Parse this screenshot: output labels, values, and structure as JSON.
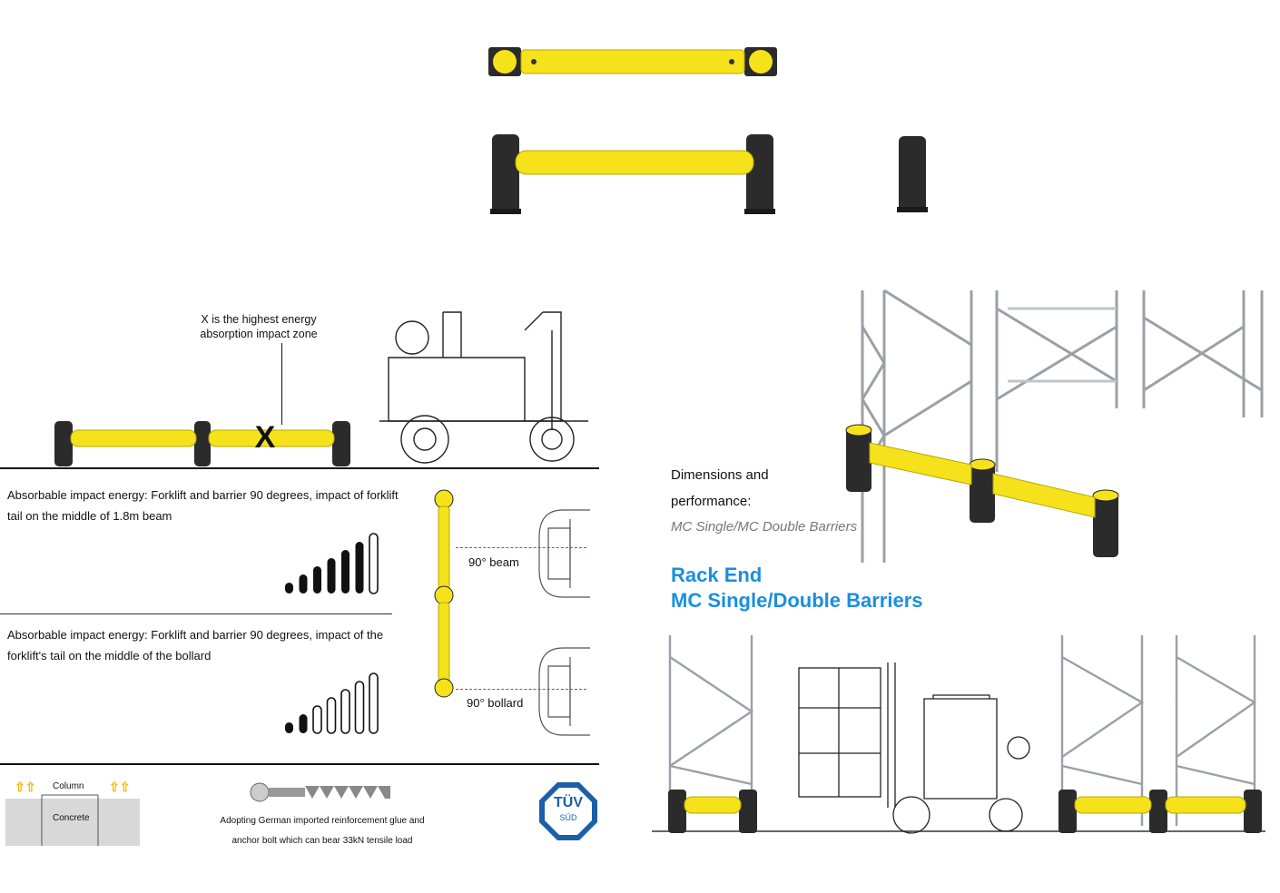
{
  "impact_zone": {
    "x_mark": "X",
    "label_line1": "X  is the highest energy",
    "label_line2": "absorption impact zone"
  },
  "beam_test": {
    "text_line1": "Absorbable impact energy: Forklift and barrier 90 degrees, impact of forklift",
    "text_line2": "tail on the middle of 1.8m beam",
    "angle_label": "90° beam",
    "level": 6,
    "of": 7
  },
  "bollard_test": {
    "text_line1": "Absorbable impact energy: Forklift and barrier 90 degrees, impact of the",
    "text_line2": "forklift's tail on the middle of the bollard",
    "angle_label": "90° bollard",
    "level": 2,
    "of": 7
  },
  "install": {
    "column_label": "Column",
    "concrete_label": "Concrete",
    "anchor_line1": "Adopting German imported reinforcement glue and",
    "anchor_line2": "anchor bolt which can bear 33kN tensile load",
    "cert_badge_line1": "TÜV",
    "cert_badge_line2": "SÜD"
  },
  "product": {
    "dim_line1": "Dimensions and",
    "dim_line2": "performance:",
    "subtitle": "MC Single/MC Double Barriers",
    "title_line1": "Rack End",
    "title_line2": "MC Single/Double Barriers"
  },
  "colors": {
    "barrier_yellow": "#f5e21b",
    "post_black": "#2b2b2b",
    "title_blue": "#1a8fe0",
    "dash_red": "#e03030"
  }
}
